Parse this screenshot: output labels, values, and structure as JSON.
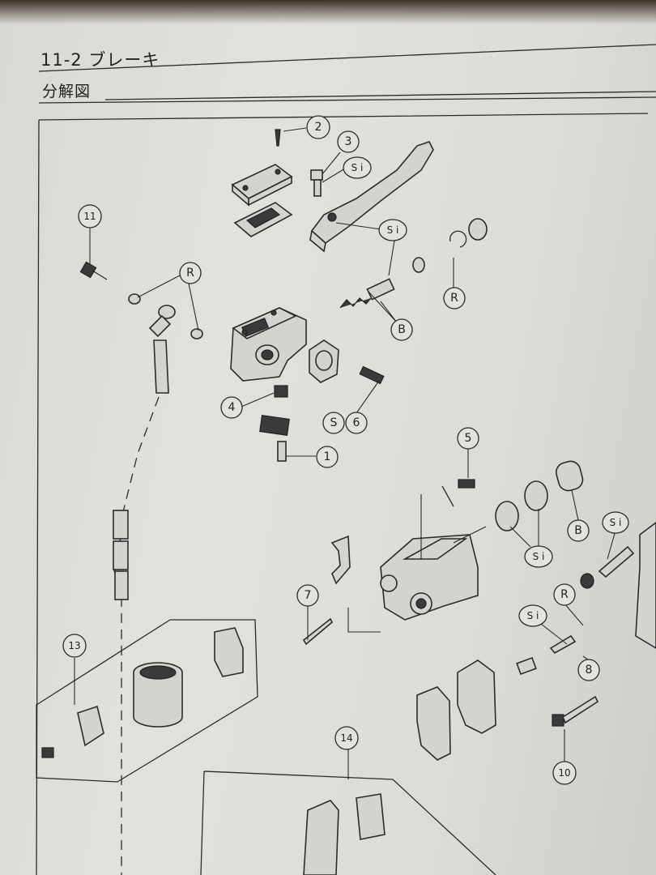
{
  "header": {
    "section_title": "11-2 ブレーキ",
    "sub_title": "分解図"
  },
  "callouts": [
    {
      "id": "c1",
      "label": "1"
    },
    {
      "id": "c2",
      "label": "2"
    },
    {
      "id": "c3",
      "label": "3"
    },
    {
      "id": "c4",
      "label": "4"
    },
    {
      "id": "c5",
      "label": "5"
    },
    {
      "id": "c6",
      "label": "6"
    },
    {
      "id": "c7",
      "label": "7"
    },
    {
      "id": "c8",
      "label": "8"
    },
    {
      "id": "c10",
      "label": "10"
    },
    {
      "id": "c11",
      "label": "11"
    },
    {
      "id": "c13",
      "label": "13"
    },
    {
      "id": "c14",
      "label": "14"
    },
    {
      "id": "si1",
      "label": "S i"
    },
    {
      "id": "si2",
      "label": "S i"
    },
    {
      "id": "si3",
      "label": "S i"
    },
    {
      "id": "si4",
      "label": "S i"
    },
    {
      "id": "si5",
      "label": "S i"
    },
    {
      "id": "r1",
      "label": "R"
    },
    {
      "id": "r2",
      "label": "R"
    },
    {
      "id": "r3",
      "label": "R"
    },
    {
      "id": "b1",
      "label": "B"
    },
    {
      "id": "b2",
      "label": "B"
    },
    {
      "id": "s1",
      "label": "S"
    }
  ]
}
